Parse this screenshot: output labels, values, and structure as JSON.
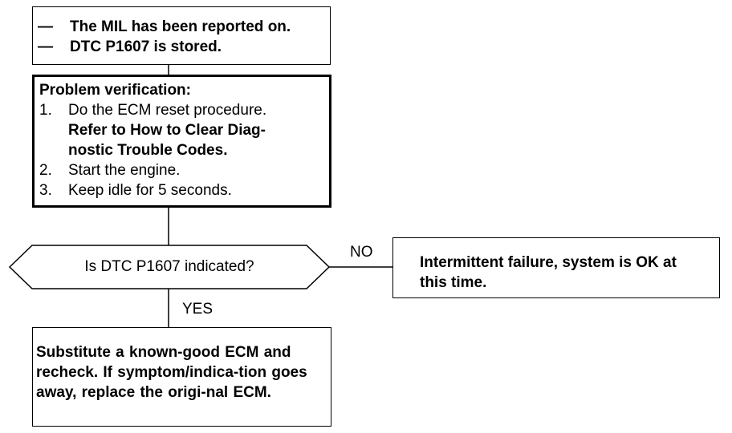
{
  "box_mil": {
    "lines": [
      "The MIL has been reported on.",
      "DTC P1607 is stored."
    ]
  },
  "box_verify": {
    "heading": "Problem verification:",
    "steps": [
      {
        "num": "1.",
        "text": "Do the ECM reset procedure.",
        "bold_text": "Refer to How to Clear Diag-nostic Trouble Codes."
      },
      {
        "num": "2.",
        "text": "Start the engine."
      },
      {
        "num": "3.",
        "text": "Keep idle for 5 seconds."
      }
    ]
  },
  "decision": {
    "question": "Is DTC P1607 indicated?",
    "no_label": "NO",
    "yes_label": "YES"
  },
  "box_ok": {
    "text": "Intermittent failure, system is OK at this time."
  },
  "box_ecm": {
    "text": "Substitute a known-good ECM and recheck. If symptom/indica-tion goes away, replace the origi-nal ECM."
  },
  "dash_symbol": "—"
}
